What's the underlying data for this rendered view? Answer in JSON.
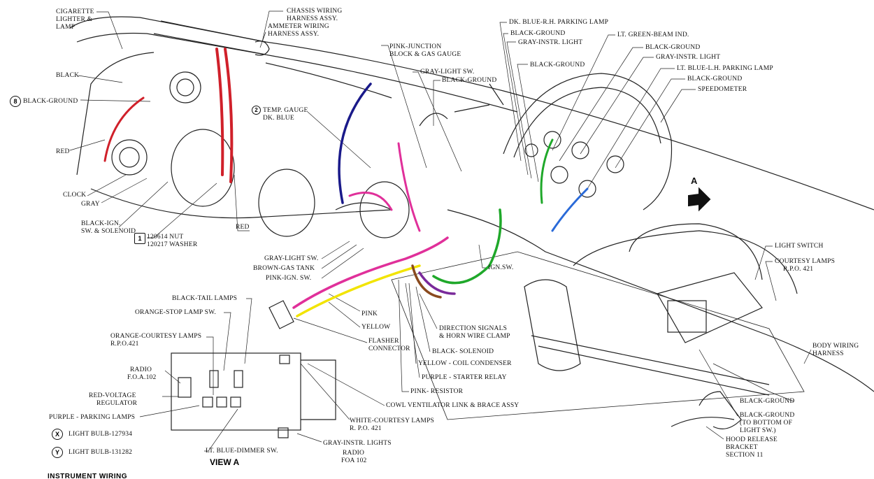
{
  "title": "INSTRUMENT WIRING",
  "view_label": "VIEW A",
  "section_marker": "A",
  "legend": [
    {
      "symbol": "X",
      "text": "LIGHT BULB-127934"
    },
    {
      "symbol": "Y",
      "text": "LIGHT BULB-131282"
    }
  ],
  "labels": {
    "cigarette": "CIGARETTE",
    "lighter_lamp": "LIGHTER &",
    "lamp": "LAMP",
    "black": "BLACK",
    "black_ground_left": "BLACK-GROUND",
    "red_left": "RED",
    "clock": "CLOCK",
    "gray": "GRAY",
    "black_ign_1": "BLACK-IGN.",
    "black_ign_2": "SW. & SOLENOID",
    "nut": "120614 NUT",
    "washer": "120217 WASHER",
    "red_mid": "RED",
    "chassis_1": "CHASSIS WIRING",
    "chassis_2": "HARNESS ASSY.",
    "ammeter_1": "AMMETER WIRING",
    "ammeter_2": "HARNESS ASSY.",
    "temp_1": "TEMP. GAUGE",
    "temp_2": "DK. BLUE",
    "pink_junction_1": "PINK-JUNCTION",
    "pink_junction_2": "BLOCK & GAS GAUGE",
    "gray_light_sw_top": "GRAY-LIGHT SW.",
    "black_ground_top": "BLACK-GROUND",
    "dk_blue_rh": "DK. BLUE-R.H. PARKING LAMP",
    "black_ground_r1": "BLACK-GROUND",
    "gray_instr_light_1": "GRAY-INSTR. LIGHT",
    "black_ground_r2": "BLACK-GROUND",
    "lt_green": "LT. GREEN-BEAM IND.",
    "black_ground_r3": "BLACK-GROUND",
    "gray_instr_light_2": "GRAY-INSTR. LIGHT",
    "lt_blue_lh": "LT. BLUE-L.H. PARKING LAMP",
    "black_ground_r4": "BLACK-GROUND",
    "speedometer": "SPEEDOMETER",
    "gray_light_sw_bottom": "GRAY-LIGHT SW.",
    "brown_gas": "BROWN-GAS TANK",
    "pink_ign": "PINK-IGN. SW.",
    "ign_sw": "IGN.SW.",
    "light_switch": "LIGHT SWITCH",
    "courtesy_1": "COURTESY LAMPS",
    "courtesy_2": "R.P.O. 421",
    "black_tail": "BLACK-TAIL LAMPS",
    "orange_stop": "ORANGE-STOP LAMP SW.",
    "orange_courtesy_1": "ORANGE-COURTESY LAMPS",
    "orange_courtesy_2": "R.P.O.421",
    "radio_1": "RADIO",
    "radio_2": "F.O.A.102",
    "red_voltage_1": "RED-VOLTAGE",
    "red_voltage_2": "REGULATOR",
    "purple_parking": "PURPLE - PARKING LAMPS",
    "lt_blue_dimmer": "LT. BLUE-DIMMER SW.",
    "white_courtesy_1": "WHITE-COURTESY LAMPS",
    "white_courtesy_2": "R. P.O. 421",
    "gray_instr_lights": "GRAY-INSTR. LIGHTS",
    "radio_b1": "RADIO",
    "radio_b2": "FOA 102",
    "pink": "PINK",
    "yellow": "YELLOW",
    "flasher_1": "FLASHER",
    "flasher_2": "CONNECTOR",
    "direction_1": "DIRECTION SIGNALS",
    "direction_2": "& HORN WIRE CLAMP",
    "black_solenoid": "BLACK- SOLENOID",
    "yellow_coil": "YELLOW - COIL CONDENSER",
    "purple_starter": "PURPLE - STARTER RELAY",
    "pink_resistor": "PINK- RESISTOR",
    "cowl": "COWL VENTILATOR LINK & BRACE ASSY",
    "black_ground_bottom": "BLACK-GROUND",
    "black_ground_to_1": "BLACK-GROUND",
    "black_ground_to_2": "(TO BOTTOM OF",
    "black_ground_to_3": "LIGHT SW.)",
    "body_wiring_1": "BODY WIRING",
    "body_wiring_2": "HARNESS",
    "hood_1": "HOOD RELEASE",
    "hood_2": "BRACKET",
    "hood_3": "SECTION 11"
  },
  "wire_colors": {
    "red": "#d0202a",
    "blue": "#1a1a8a",
    "pink": "#e0309a",
    "yellow": "#f2e400",
    "brown": "#8a4a1e",
    "purple": "#7a2a9a",
    "green": "#1fa82a",
    "lt_blue": "#2a6ad8"
  }
}
